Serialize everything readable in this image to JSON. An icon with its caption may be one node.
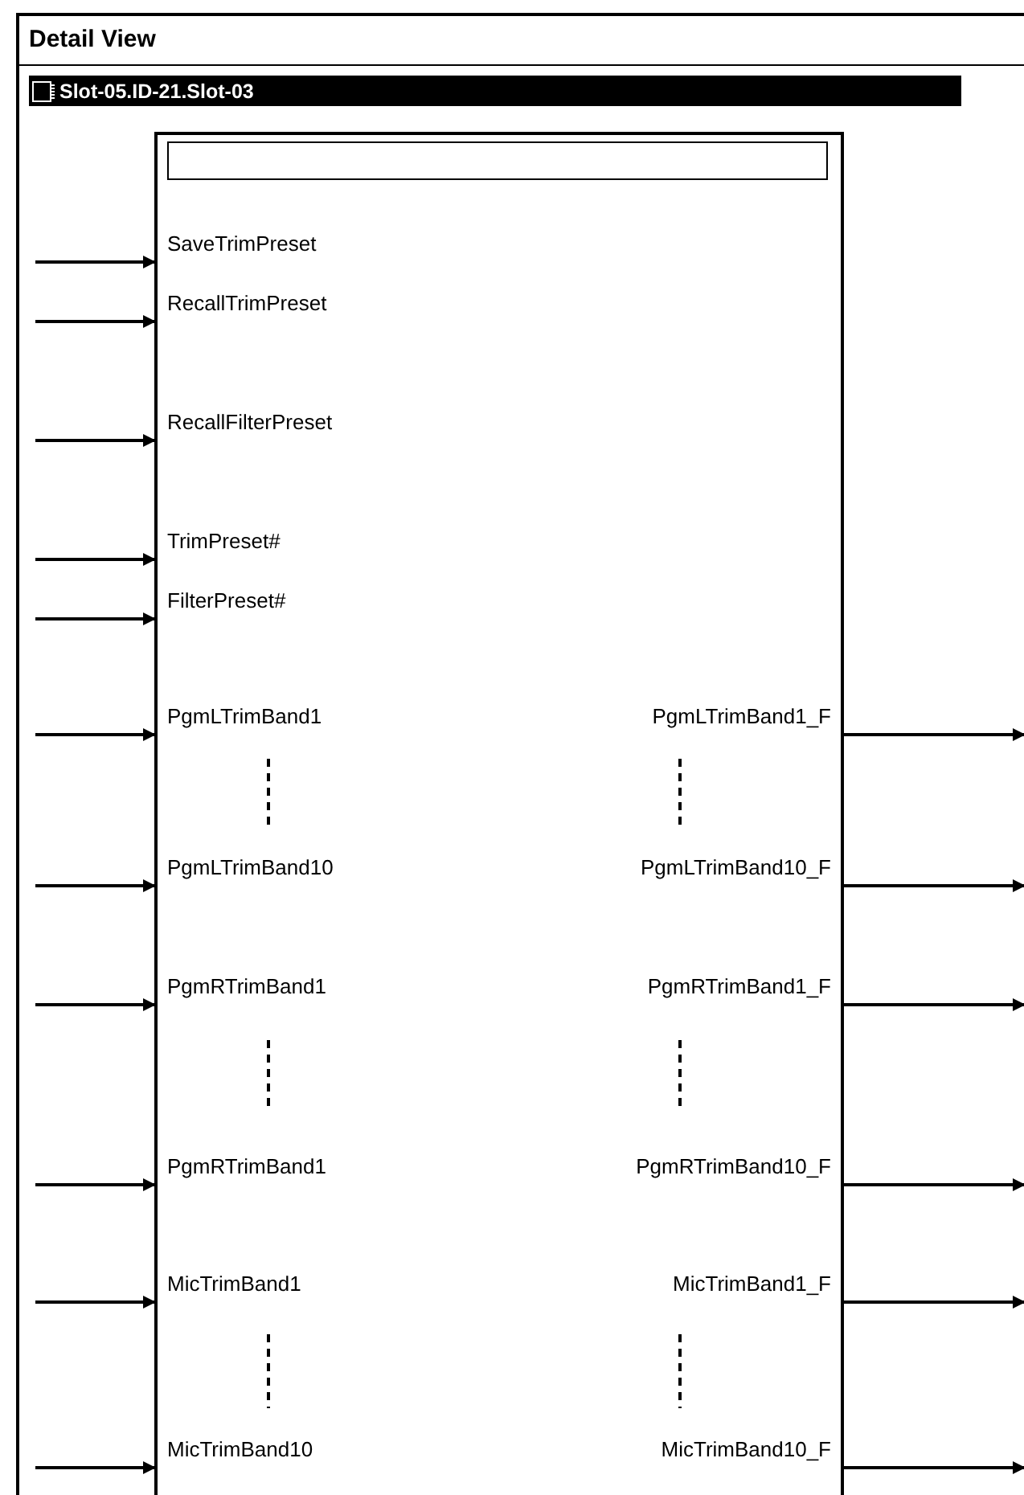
{
  "diagram": {
    "nodes": [
      {
        "text": [
          "Detail View"
        ]
      },
      {
        "text": [
          "Slot-05.ID-21.Slot-03"
        ],
        "in": 0
      },
      {
        "text": [],
        "shape": "box",
        "in": 0
      },
      {
        "text": [],
        "shape": "box",
        "in": 2
      }
    ],
    "edges": [
      {
        "from": null,
        "to": 2,
        "arrow": "to"
      },
      {
        "from": null,
        "to": 2,
        "arrow": "to"
      },
      {
        "from": null,
        "to": 2,
        "arrow": "to"
      },
      {
        "from": null,
        "to": 2,
        "arrow": "to"
      },
      {
        "from": null,
        "to": 2,
        "arrow": "to"
      },
      {
        "from": null,
        "to": 2,
        "arrow": "to"
      },
      {
        "from": 2,
        "to": null,
        "arrow": "to"
      },
      {
        "from": null,
        "to": 2,
        "arrow": "to"
      },
      {
        "from": 2,
        "to": null,
        "arrow": "to"
      },
      {
        "from": null,
        "to": 2,
        "arrow": "to"
      },
      {
        "from": 2,
        "to": null,
        "arrow": "to"
      },
      {
        "from": null,
        "to": 2,
        "arrow": "to"
      },
      {
        "from": 2,
        "to": null,
        "arrow": "to"
      },
      {
        "from": null,
        "to": 2,
        "arrow": "to"
      },
      {
        "from": 2,
        "to": null,
        "arrow": "to"
      },
      {
        "from": null,
        "to": 2,
        "arrow": "to"
      },
      {
        "from": 2,
        "to": null,
        "arrow": "to"
      }
    ],
    "labels": [
      "SaveTrimPreset",
      "RecallTrimPreset",
      "RecallFilterPreset",
      "TrimPreset#",
      "FilterPreset#",
      "PgmLTrimBand1",
      "PgmLTrimBand1_F",
      "PgmLTrimBand10",
      "PgmLTrimBand10_F",
      "PgmRTrimBand1",
      "PgmRTrimBand1_F",
      "PgmRTrimBand1",
      "PgmRTrimBand10_F",
      "MicTrimBand1",
      "MicTrimBand1_F",
      "MicTrimBand10",
      "MicTrimBand10_F"
    ]
  }
}
